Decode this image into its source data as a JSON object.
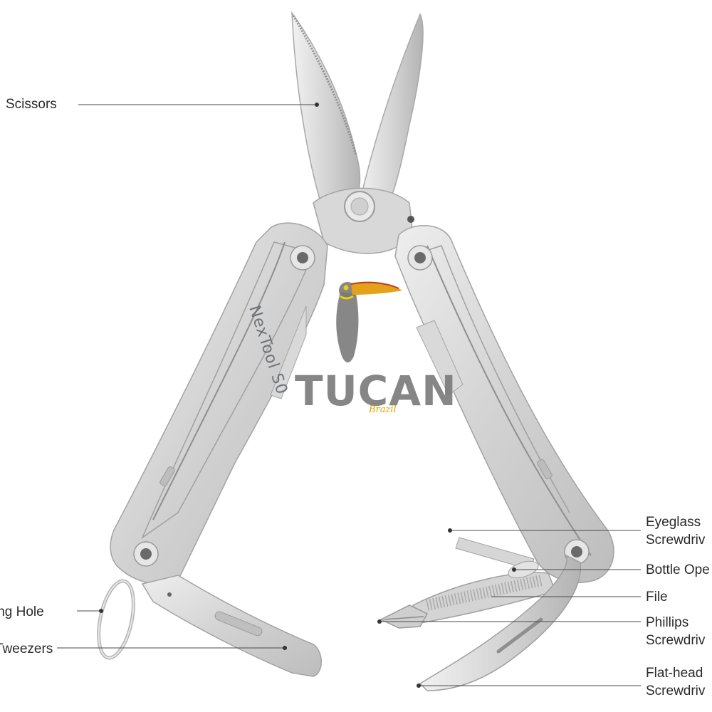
{
  "labels": {
    "scissors": "Scissors",
    "ring_hole": "ing Hole",
    "tweezers": "Tweezers",
    "eyeglass_1": "Eyeglass",
    "eyeglass_2": "Screwdriv",
    "bottle": "Bottle Ope",
    "file": "File",
    "phillips_1": "Phillips",
    "phillips_2": "Screwdriv",
    "flat_1": "Flat-head",
    "flat_2": "Screwdriv"
  },
  "brand": {
    "engraving": "NexTool S0"
  },
  "watermark": {
    "name": "TUCAN",
    "sub": "Brazil"
  },
  "colors": {
    "steel_light": "#e2e2e2",
    "steel_mid": "#c9c9c9",
    "steel_dark": "#9a9a9a",
    "leader_line": "#4a4a4a",
    "watermark_gray": "#7c7c7c",
    "watermark_yellow": "#e0a400"
  }
}
